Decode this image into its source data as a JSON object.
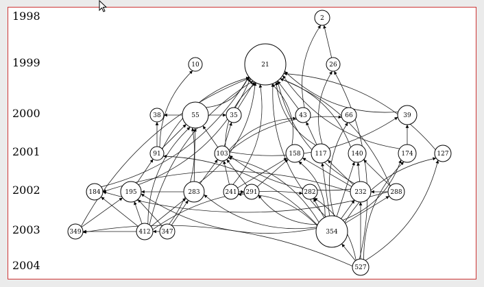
{
  "colors": {
    "frame_border": "#cc3333",
    "background": "#ebebeb",
    "canvas": "#ffffff"
  },
  "cursor": {
    "icon": "mouse-pointer-icon"
  },
  "years": [
    "1998",
    "1999",
    "2000",
    "2001",
    "2002",
    "2003",
    "2004"
  ],
  "nodes": [
    {
      "id": "2",
      "year": "1998"
    },
    {
      "id": "10",
      "year": "1999"
    },
    {
      "id": "21",
      "year": "1999"
    },
    {
      "id": "26",
      "year": "1999"
    },
    {
      "id": "38",
      "year": "2000"
    },
    {
      "id": "55",
      "year": "2000"
    },
    {
      "id": "35",
      "year": "2000"
    },
    {
      "id": "43",
      "year": "2000"
    },
    {
      "id": "66",
      "year": "2000"
    },
    {
      "id": "39",
      "year": "2000"
    },
    {
      "id": "91",
      "year": "2001"
    },
    {
      "id": "103",
      "year": "2001"
    },
    {
      "id": "158",
      "year": "2001"
    },
    {
      "id": "117",
      "year": "2001"
    },
    {
      "id": "140",
      "year": "2001"
    },
    {
      "id": "174",
      "year": "2001"
    },
    {
      "id": "127",
      "year": "2001"
    },
    {
      "id": "184",
      "year": "2002"
    },
    {
      "id": "195",
      "year": "2002"
    },
    {
      "id": "283",
      "year": "2002"
    },
    {
      "id": "241",
      "year": "2002"
    },
    {
      "id": "291",
      "year": "2002"
    },
    {
      "id": "282",
      "year": "2002"
    },
    {
      "id": "232",
      "year": "2002"
    },
    {
      "id": "288",
      "year": "2002"
    },
    {
      "id": "349",
      "year": "2003"
    },
    {
      "id": "412",
      "year": "2003"
    },
    {
      "id": "347",
      "year": "2003"
    },
    {
      "id": "354",
      "year": "2003"
    },
    {
      "id": "527",
      "year": "2004"
    }
  ],
  "edges": [
    [
      "43",
      "2"
    ],
    [
      "26",
      "2"
    ],
    [
      "91",
      "10"
    ],
    [
      "55",
      "21"
    ],
    [
      "35",
      "21"
    ],
    [
      "43",
      "21"
    ],
    [
      "103",
      "21"
    ],
    [
      "158",
      "21"
    ],
    [
      "117",
      "21"
    ],
    [
      "140",
      "21"
    ],
    [
      "39",
      "21"
    ],
    [
      "241",
      "21"
    ],
    [
      "232",
      "21"
    ],
    [
      "184",
      "21"
    ],
    [
      "349",
      "21"
    ],
    [
      "288",
      "21"
    ],
    [
      "174",
      "21"
    ],
    [
      "127",
      "21"
    ],
    [
      "412",
      "21"
    ],
    [
      "283",
      "21"
    ],
    [
      "354",
      "21"
    ],
    [
      "195",
      "21"
    ],
    [
      "91",
      "21"
    ],
    [
      "527",
      "26"
    ],
    [
      "117",
      "26"
    ],
    [
      "55",
      "38"
    ],
    [
      "91",
      "38"
    ],
    [
      "55",
      "35"
    ],
    [
      "103",
      "35"
    ],
    [
      "103",
      "55"
    ],
    [
      "283",
      "55"
    ],
    [
      "91",
      "55"
    ],
    [
      "412",
      "55"
    ],
    [
      "347",
      "55"
    ],
    [
      "103",
      "43"
    ],
    [
      "117",
      "43"
    ],
    [
      "103",
      "66"
    ],
    [
      "103",
      "39"
    ],
    [
      "354",
      "66"
    ],
    [
      "174",
      "39"
    ],
    [
      "241",
      "103"
    ],
    [
      "291",
      "103"
    ],
    [
      "232",
      "103"
    ],
    [
      "354",
      "103"
    ],
    [
      "283",
      "103"
    ],
    [
      "354",
      "91"
    ],
    [
      "195",
      "91"
    ],
    [
      "241",
      "158"
    ],
    [
      "291",
      "158"
    ],
    [
      "354",
      "158"
    ],
    [
      "232",
      "117"
    ],
    [
      "354",
      "117"
    ],
    [
      "288",
      "140"
    ],
    [
      "232",
      "140"
    ],
    [
      "354",
      "140"
    ],
    [
      "232",
      "158"
    ],
    [
      "527",
      "174"
    ],
    [
      "527",
      "127"
    ],
    [
      "354",
      "127"
    ],
    [
      "354",
      "174"
    ],
    [
      "412",
      "184"
    ],
    [
      "412",
      "195"
    ],
    [
      "349",
      "195"
    ],
    [
      "347",
      "195"
    ],
    [
      "354",
      "195"
    ],
    [
      "283",
      "195"
    ],
    [
      "354",
      "283"
    ],
    [
      "412",
      "283"
    ],
    [
      "347",
      "283"
    ],
    [
      "354",
      "241"
    ],
    [
      "354",
      "291"
    ],
    [
      "241",
      "291"
    ],
    [
      "354",
      "232"
    ],
    [
      "288",
      "232"
    ],
    [
      "354",
      "288"
    ],
    [
      "527",
      "282"
    ],
    [
      "354",
      "282"
    ],
    [
      "527",
      "232"
    ],
    [
      "412",
      "349"
    ],
    [
      "527",
      "349"
    ],
    [
      "347",
      "412"
    ],
    [
      "527",
      "354"
    ],
    [
      "412",
      "282"
    ],
    [
      "232",
      "184"
    ],
    [
      "288",
      "184"
    ]
  ]
}
